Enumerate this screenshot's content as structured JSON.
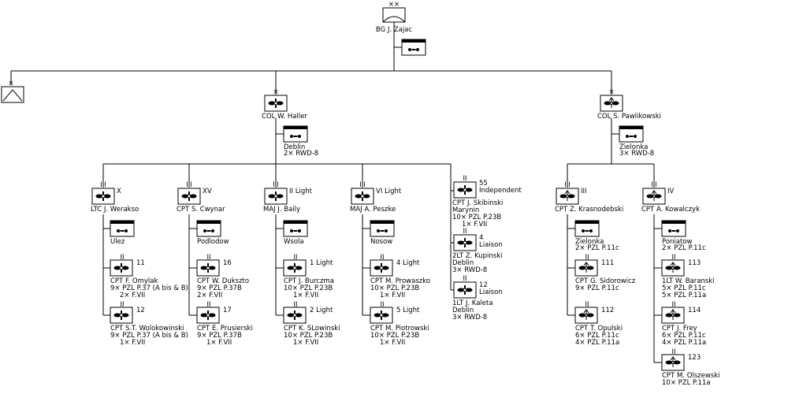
{
  "hq": {
    "rank_name": "BG  J. Zajac",
    "size": "××"
  },
  "units": {
    "haller": {
      "name": "COL  W. Haller",
      "size": "×"
    },
    "pawlikowski": {
      "name": "COL  S. Pawlikowski",
      "size": "×"
    },
    "aa": {
      "size": "×"
    }
  },
  "support": {
    "haller": {
      "place": "Deblin",
      "aircraft": "2× RWD-8"
    },
    "pawlikowski": {
      "place": "Zielonka",
      "aircraft": "3× RWD-8"
    }
  },
  "wings": {
    "x": {
      "num": "X",
      "size": "III",
      "cdr": "LTC  J. Werakso",
      "base": "Ulez"
    },
    "xv": {
      "num": "XV",
      "size": "III",
      "cdr": "CPT  S. Cwynar",
      "base": "Podlodow"
    },
    "ii": {
      "num": "II Light",
      "size": "III",
      "cdr": "MAJ  J. Baily",
      "base": "Wsola"
    },
    "vi": {
      "num": "VI Light",
      "size": "III",
      "cdr": "MAJ  A. Peszke",
      "base": "Nosow"
    },
    "iii": {
      "num": "III",
      "size": "III",
      "cdr": "CPT  Z. Krasnodebski",
      "base": "Zielonka",
      "aircraft": "2× PZL P.11c"
    },
    "iv": {
      "num": "IV",
      "size": "III",
      "cdr": "CPT  A. Kowalczyk",
      "base": "Poniatow",
      "aircraft": "2× PZL P.11c"
    }
  },
  "squadrons": {
    "s11": {
      "num": "11",
      "cdr": "CPT  F. Omylak",
      "line1": "9× PZL P.37 (A bis & B)",
      "line2": "2× F.VII"
    },
    "s12": {
      "num": "12",
      "cdr": "CPT  S.T. Wolokowinski",
      "line1": "9× PZL P.37 (A bis & B)",
      "line2": "1× F.VII"
    },
    "s16": {
      "num": "16",
      "cdr": "CPT  W. Dukszto",
      "line1": "9× PZL P.37B",
      "line2": "2× F.VII"
    },
    "s17": {
      "num": "17",
      "cdr": "CPT  E. Prusierski",
      "line1": "9× PZL P.37B",
      "line2": "1× F.VII"
    },
    "s1l": {
      "num": "1 Light",
      "cdr": "CPT  J. Burczma",
      "line1": "10× PZL P.23B",
      "line2": "1× F.VII"
    },
    "s2l": {
      "num": "2 Light",
      "cdr": "CPT  K. SLowinski",
      "line1": "10× PZL P.23B",
      "line2": "1× F.VII"
    },
    "s4l": {
      "num": "4 Light",
      "cdr": "CPT  M. Prowaszko",
      "line1": "10× PZL P.23B",
      "line2": "1× F.VII"
    },
    "s5l": {
      "num": "5 Light",
      "cdr": "CPT  M. Piotrowski",
      "line1": "10× PZL P.23B",
      "line2": "1× F.VII"
    },
    "s55": {
      "num": "55",
      "sub": "Independent",
      "cdr": "CPT  J. Skibinski",
      "line1": "Marynin",
      "line2": "10× PZL P.23B",
      "line3": "1× F.VII"
    },
    "s4li": {
      "num": "4",
      "sub": "Liaison",
      "cdr": "2LT  Z. Kupinski",
      "line1": "Deblin",
      "line2": "3× RWD-8"
    },
    "s12li": {
      "num": "12",
      "sub": "Liaison",
      "cdr": "1LT  J. Kaleta",
      "line1": "Deblin",
      "line2": "3× RWD-8"
    },
    "s111": {
      "num": "111",
      "cdr": "CPT  G. Sidorowicz",
      "line1": "9× PZL P.11c"
    },
    "s112": {
      "num": "112",
      "cdr": "CPT  T. Opulski",
      "line1": "6× PZL P.11c",
      "line2": "4× PZL P.11a"
    },
    "s113": {
      "num": "113",
      "cdr": "1LT  W. Baranski",
      "line1": "5× PZL P.11c",
      "line2": "5× PZL P.11a"
    },
    "s114": {
      "num": "114",
      "cdr": "CPT  J. Frey",
      "line1": "6× PZL P.11c",
      "line2": "4× PZL P.11a"
    },
    "s123": {
      "num": "123",
      "cdr": "CPT  M. Olszewski",
      "line1": "10× PZL P.11a"
    }
  }
}
